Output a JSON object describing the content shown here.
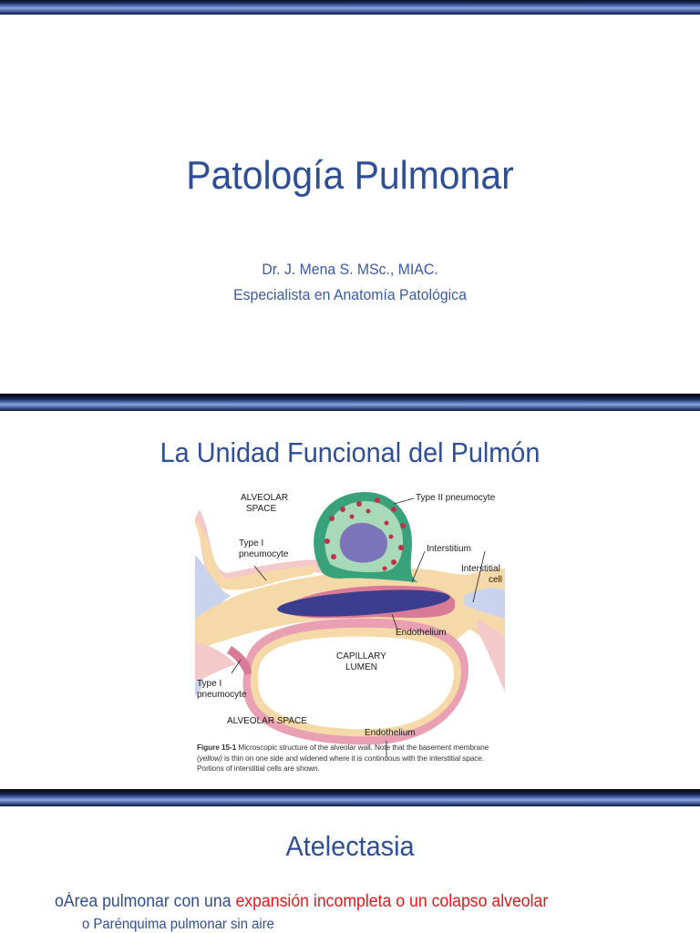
{
  "slides": [
    {
      "title": "Patología Pulmonar",
      "author": "Dr. J. Mena S. MSc., MIAC.",
      "role": "Especialista en Anatomía Patológica"
    },
    {
      "title": "La Unidad Funcional del Pulmón",
      "figure": {
        "labels": {
          "alveolar_space_top_1": "ALVEOLAR",
          "alveolar_space_top_2": "SPACE",
          "type2": "Type II pneumocyte",
          "type1_top_1": "Type I",
          "type1_top_2": "pneumocyte",
          "interstitium": "Interstitium",
          "interstitial_cell_1": "Interstitial",
          "interstitial_cell_2": "cell",
          "endothelium_top": "Endothelium",
          "capillary_1": "CAPILLARY",
          "capillary_2": "LUMEN",
          "type1_bottom_1": "Type I",
          "type1_bottom_2": "pneumocyte",
          "alveolar_space_bottom": "ALVEOLAR SPACE",
          "endothelium_bottom": "Endothelium"
        },
        "caption_bold": "Figure 15-1",
        "caption_part1": " Microscopic structure of the alveolar wall. Note that the basement membrane ",
        "caption_italic": "(yellow)",
        "caption_part2": " is thin on one side and widened where it is continuous with the interstitial space. Portions of interstitial cells are shown."
      }
    },
    {
      "title": "Atelectasia",
      "bullet1_marker": "o",
      "bullet1_prefix": "Área pulmonar con una ",
      "bullet1_highlight": "expansión incompleta o un colapso alveolar",
      "bullet2_marker": "o",
      "bullet2_text": "Parénquima pulmonar sin aire"
    }
  ],
  "colors": {
    "title_blue": "#2f4f95",
    "highlight_red": "#e01a1a",
    "header_bar": "#3d5797"
  }
}
